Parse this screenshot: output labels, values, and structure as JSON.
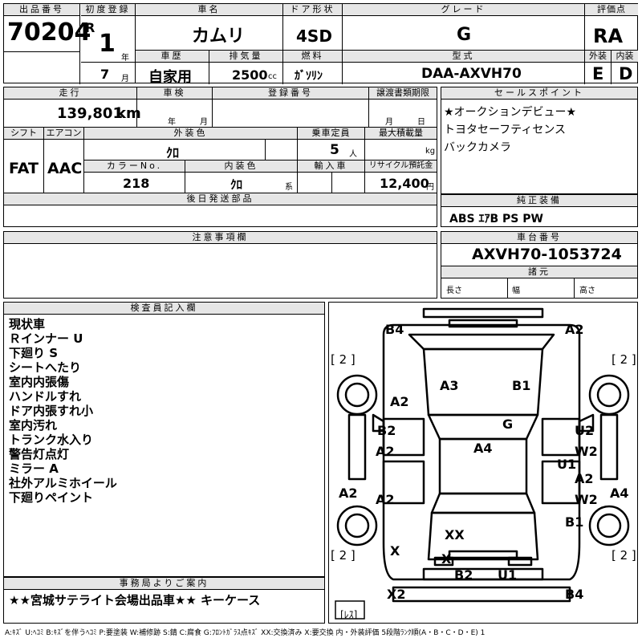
{
  "header": {
    "lot_label": "出品番号",
    "lot": "70204",
    "first_reg_label": "初度登録",
    "era": "R",
    "year": "1",
    "year_unit": "年",
    "month": "7",
    "month_unit": "月",
    "name_label": "車名",
    "name": "カムリ",
    "history_label": "車歴",
    "history": "自家用",
    "displacement_label": "排気量",
    "displacement": "2500",
    "displacement_unit": "cc",
    "door_label": "ドア形状",
    "door": "4SD",
    "fuel_label": "燃料",
    "fuel": "ｶﾞｿﾘﾝ",
    "grade_label": "グレード",
    "grade": "G",
    "model_label": "型式",
    "model": "DAA-AXVH70",
    "score_label": "評価点",
    "score": "RA",
    "ext_label": "外装",
    "ext": "E",
    "int_label": "内装",
    "int": "D"
  },
  "details": {
    "mileage_label": "走行",
    "mileage": "139,801",
    "mileage_unit": "km",
    "inspection_label": "車検",
    "year_unit": "年",
    "month_unit": "月",
    "reg_no_label": "登録番号",
    "transfer_label": "譲渡書類期限",
    "day_unit": "日",
    "shift_label": "シフト",
    "shift": "FAT",
    "ac_label": "エアコン",
    "ac": "AAC",
    "color_label": "外装色",
    "color": "ｸﾛ",
    "capacity_label": "乗車定員",
    "capacity": "5",
    "capacity_unit": "人",
    "load_label": "最大積載量",
    "load_unit": "kg",
    "color_no_label": "カラーNo.",
    "color_no": "218",
    "int_color_label": "内装色",
    "int_color": "ｸﾛ",
    "int_color_unit": "系",
    "import_label": "輸入車",
    "recycle_label": "リサイクル預託金",
    "recycle": "12,400",
    "recycle_unit": "円",
    "later_label": "後日発送部品"
  },
  "sales": {
    "label": "セールスポイント",
    "lines": [
      "★オークションデビュー★",
      "トヨタセーフティセンス",
      "バックカメラ"
    ]
  },
  "equipment": {
    "label": "純正装備",
    "value": "ABS ｴｱB PS PW"
  },
  "notes": {
    "label": "注意事項欄"
  },
  "chassis": {
    "label": "車台番号",
    "value": "AXVH70-1053724",
    "specs_label": "諸元",
    "length": "長さ",
    "width": "幅",
    "height": "高さ"
  },
  "inspector": {
    "label": "検査員記入欄",
    "lines": [
      "現状車",
      "Ｒインナー U",
      "下廻り S",
      "シートへたり",
      "室内内張傷",
      "ハンドルすれ",
      "ドア内張すれ小",
      "室内汚れ",
      "トランク水入り",
      "警告灯点灯",
      "ミラー A",
      "社外アルミホイール",
      "下廻りペイント"
    ]
  },
  "office": {
    "label": "事務局よりご案内",
    "text": "★★宮城サテライト会場出品車★★ キーケース"
  },
  "diagram": {
    "tire_marks": [
      "[ 2 ]",
      "[ 2 ]",
      "[ 2 ]",
      "[ 2 ]"
    ],
    "spare": "[ﾚｽ]",
    "marks": [
      "B4",
      "A2",
      "A3",
      "B1",
      "A2",
      "B2",
      "G",
      "U2",
      "A2",
      "A4",
      "W2",
      "U1",
      "A2",
      "A2",
      "A4",
      "A2",
      "W2",
      "B1",
      "XX",
      "X",
      "X",
      "B2",
      "U1",
      "X2",
      "B4"
    ]
  },
  "legend": "A:ｷｽﾞ U:ﾍｺﾐ B:ｷｽﾞを伴うﾍｺﾐ P:要塗装 W:補修跡 S:錆 C:腐食 G:ﾌﾛﾝﾄｶﾞﾗｽ点ｷｽﾞ XX:交換済み X:要交換 内・外装評価 5段階ﾗﾝｸ順(A・B・C・D・E) 1"
}
